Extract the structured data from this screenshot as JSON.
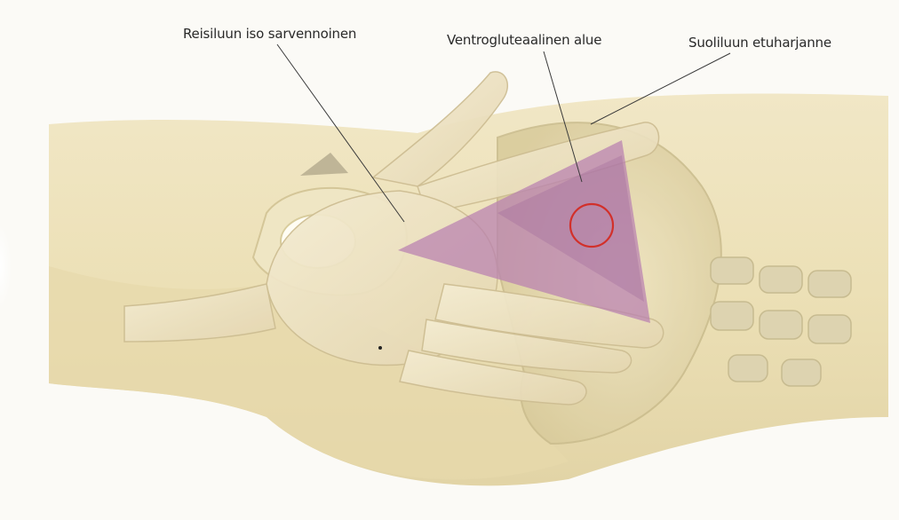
{
  "labels": {
    "greater_trochanter": "Reisiluun iso sarvennoinen",
    "ventrogluteal_area": "Ventrogluteaalinen alue",
    "iliac_spine": "Suoliluun etuharjanne"
  },
  "colors": {
    "skin": "#efe4bf",
    "skin_shadow": "#d9cc9e",
    "bone": "#e6e1c7",
    "triangle_fill": "#b97fb0",
    "injection_circle": "#d2302a",
    "leader_line": "#3a3a3a"
  }
}
